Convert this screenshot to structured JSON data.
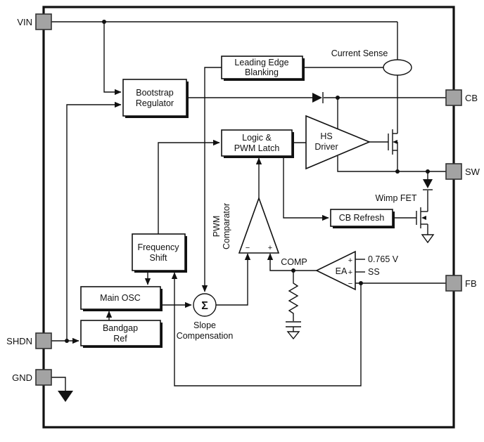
{
  "diagram": {
    "pins": {
      "vin": "VIN",
      "shdn": "SHDN",
      "gnd": "GND",
      "cb": "CB",
      "sw": "SW",
      "fb": "FB"
    },
    "blocks": {
      "bootstrap": {
        "line1": "Bootstrap",
        "line2": "Regulator"
      },
      "leading_edge_blanking": {
        "line1": "Leading Edge",
        "line2": "Blanking"
      },
      "logic_pwm_latch": {
        "line1": "Logic &",
        "line2": "PWM Latch"
      },
      "hs_driver": {
        "line1": "HS",
        "line2": "Driver"
      },
      "cb_refresh": {
        "label": "CB Refresh"
      },
      "frequency_shift": {
        "line1": "Frequency",
        "line2": "Shift"
      },
      "main_osc": {
        "label": "Main OSC"
      },
      "bandgap_ref": {
        "line1": "Bandgap",
        "line2": "Ref"
      },
      "error_amp": {
        "label": "EA"
      }
    },
    "labels": {
      "current_sense": "Current Sense",
      "wimp_fet": "Wimp FET",
      "comp": "COMP",
      "slope_line1": "Slope",
      "slope_line2": "Compensation",
      "pwm_comparator_line1": "PWM",
      "pwm_comparator_line2": "Comparator",
      "vref": "0.765 V",
      "ss": "SS",
      "sigma": "Σ",
      "plus": "+",
      "minus": "−"
    }
  }
}
